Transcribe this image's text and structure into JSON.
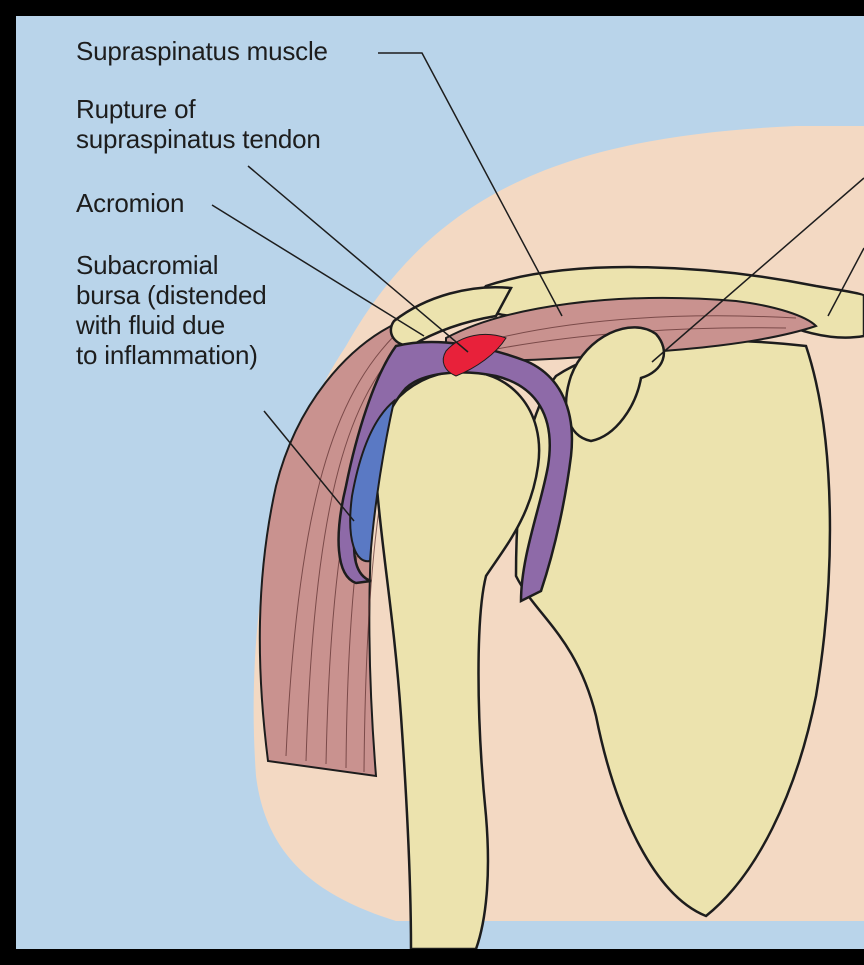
{
  "labels": {
    "supraspinatus_muscle": "Supraspinatus muscle",
    "rupture_line1": "Rupture of",
    "rupture_line2": "supraspinatus tendon",
    "acromion": "Acromion",
    "bursa_line1": "Subacromial",
    "bursa_line2": "bursa (distended",
    "bursa_line3": "with fluid due",
    "bursa_line4": "to inflammation)"
  },
  "colors": {
    "background": "#b9d4ea",
    "skin": "#f3d9c3",
    "bone": "#ece3ae",
    "muscle": "#c9928f",
    "bursa": "#8e6aa8",
    "bursa_fluid": "#5a79c4",
    "rupture": "#e8213a"
  }
}
